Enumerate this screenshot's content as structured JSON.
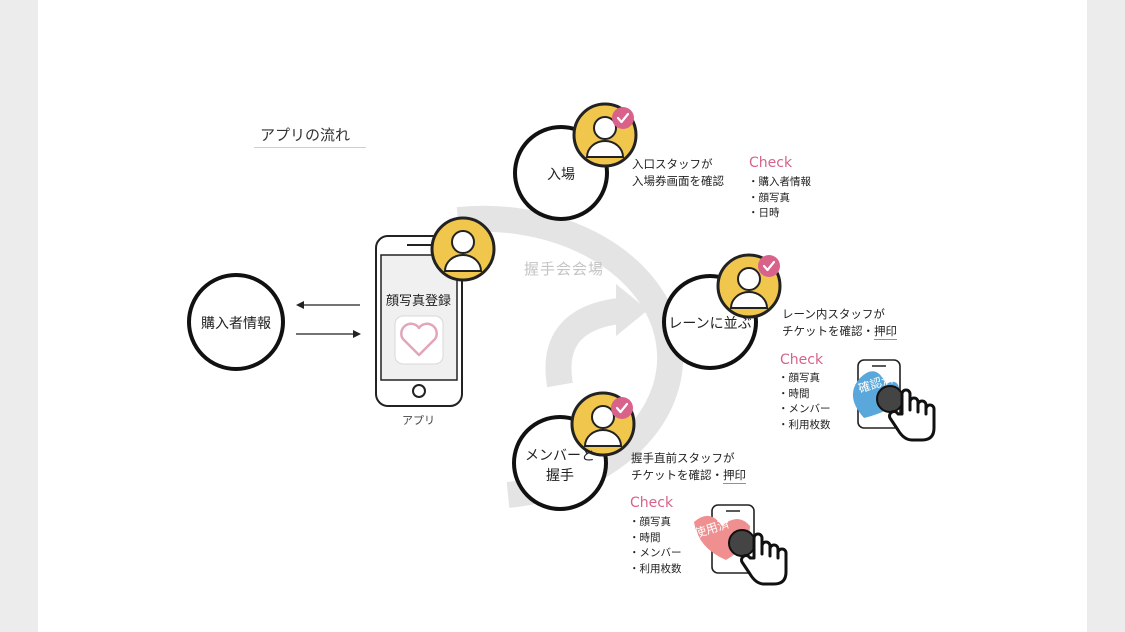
{
  "title": "アプリの流れ",
  "venue": "握手会会場",
  "buyer_node": "購入者情報",
  "phone": {
    "title": "顔写真登録",
    "caption": "アプリ"
  },
  "steps": [
    {
      "label": "入場",
      "staff": [
        "入口スタッフが",
        "入場券画面を確認"
      ],
      "check_title": "Check",
      "checks": [
        "・購入者情報",
        "・顔写真",
        "・日時"
      ]
    },
    {
      "label": "レーンに並ぶ",
      "staff_l1": "レーン内スタッフが",
      "staff_l2_plain": "チケットを確認・",
      "staff_l2_ul": "押印",
      "check_title": "Check",
      "checks": [
        "・顔写真",
        "・時間",
        "・メンバー",
        "・利用枚数"
      ],
      "stamp": "確認済"
    },
    {
      "label_l1": "メンバーと",
      "label_l2": "握手",
      "staff_l1": "握手直前スタッフが",
      "staff_l2_plain": "チケットを確認・",
      "staff_l2_ul": "押印",
      "check_title": "Check",
      "checks": [
        "・顔写真",
        "・時間",
        "・メンバー",
        "・利用枚数"
      ],
      "stamp": "使用済"
    }
  ],
  "colors": {
    "accent": "#d8628a",
    "avatar": "#f1c64c",
    "arc": "#e4e4e4",
    "stamp_blue": "#5aa7dc",
    "stamp_pink": "#ef8f8f"
  }
}
